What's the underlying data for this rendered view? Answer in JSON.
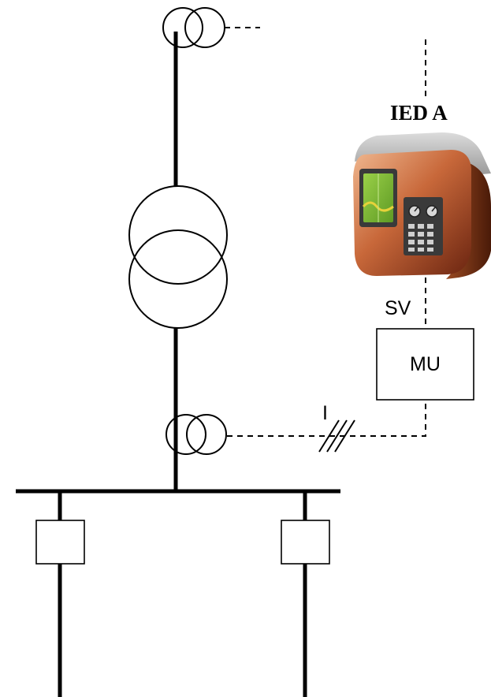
{
  "ied": {
    "label": "IED A"
  },
  "sv": {
    "label": "SV"
  },
  "mu": {
    "label": "MU"
  },
  "current": {
    "label": "I"
  },
  "colors": {
    "line": "#000000",
    "ied_body_light": "#e8a070",
    "ied_body_dark": "#7a2e12",
    "ied_face": "#2e2e2e",
    "screen_green": "#7fb832",
    "screen_yellow": "#e6d23a"
  },
  "icons": {
    "ied_device": "ied-device-icon",
    "current_transformer": "current-transformer-icon",
    "power_transformer": "power-transformer-icon",
    "circuit_breaker": "circuit-breaker-icon"
  }
}
